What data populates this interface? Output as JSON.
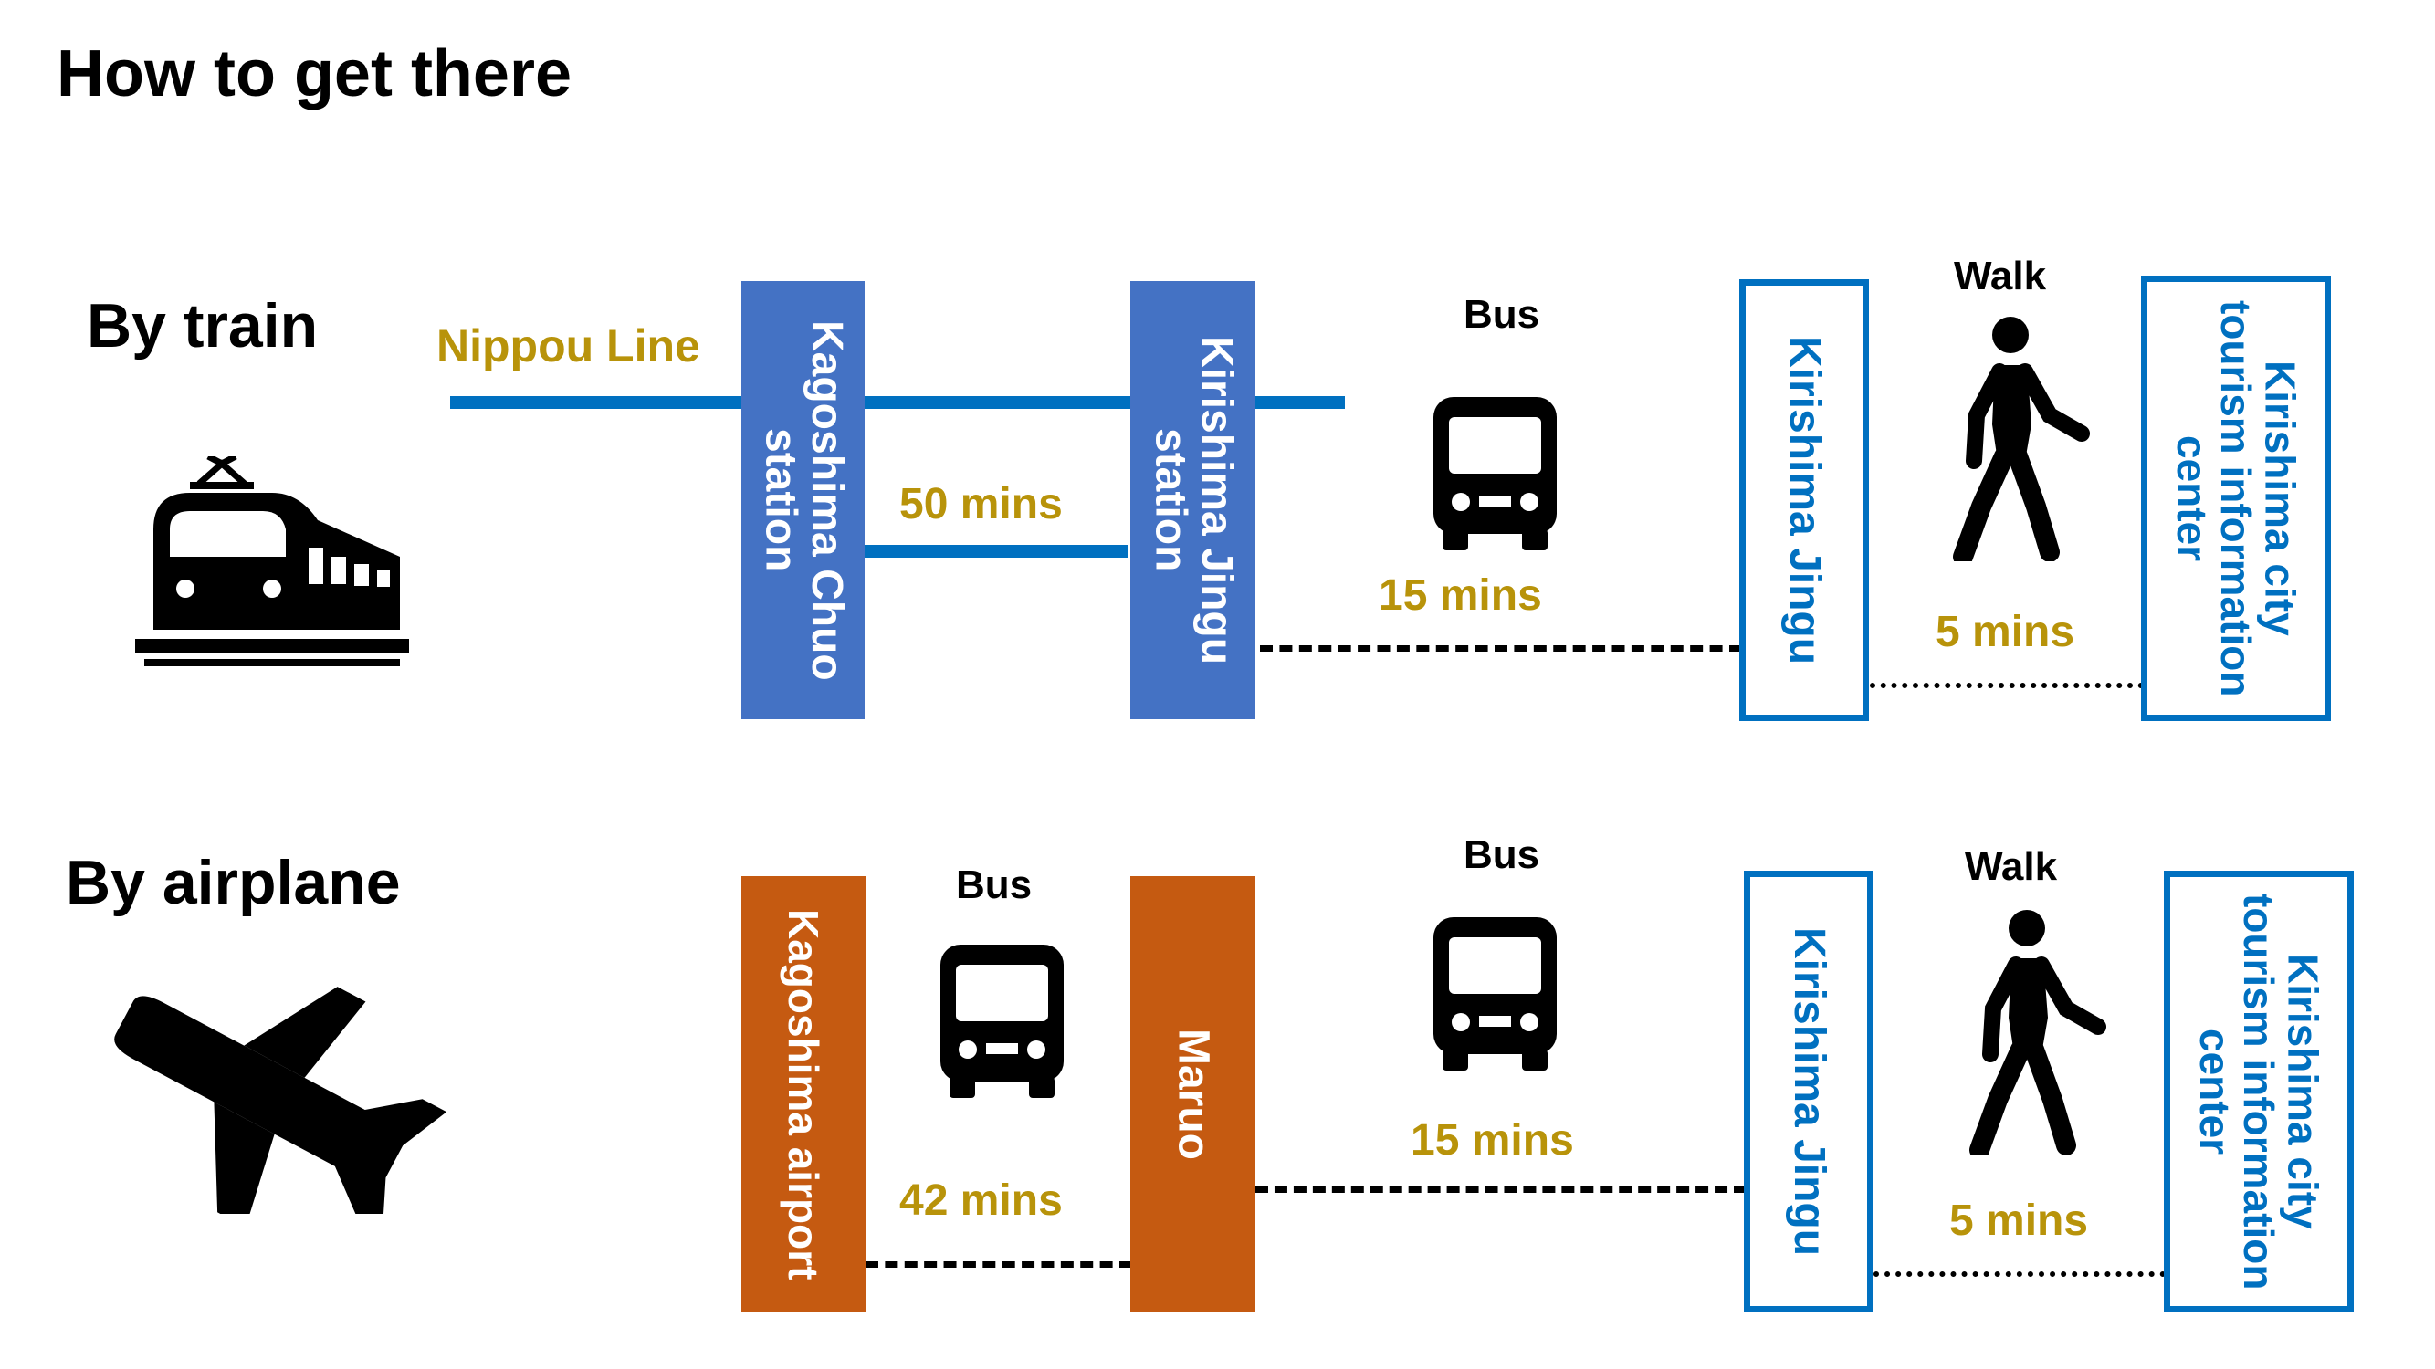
{
  "title": "How to get there",
  "train": {
    "label": "By train",
    "icon": "train-icon",
    "line_name": "Nippou Line",
    "station1": "Kagoshima Chuo station",
    "station2": "Kirishima Jingu station",
    "duration1": "50 mins",
    "bus_label": "Bus",
    "bus_duration": "15 mins",
    "stop": "Kirishima Jingu",
    "walk_label": "Walk",
    "walk_duration": "5 mins",
    "destination": "Kirishima city tourism information center"
  },
  "airplane": {
    "label": "By airplane",
    "icon": "airplane-icon",
    "origin": "Kagoshima airport",
    "bus1_label": "Bus",
    "duration1": "42 mins",
    "transfer": "Maruo",
    "bus2_label": "Bus",
    "bus2_duration": "15 mins",
    "stop": "Kirishima Jingu",
    "walk_label": "Walk",
    "walk_duration": "5 mins",
    "destination": "Kirishima city tourism information center"
  },
  "colors": {
    "line_blue": "#0070c0",
    "station_fill": "#4472c4",
    "airport_fill": "#c55a11",
    "duration_text": "#b8930a"
  }
}
